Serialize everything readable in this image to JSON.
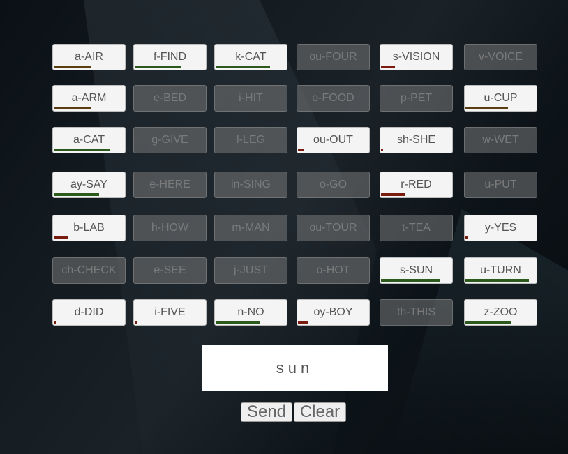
{
  "colors": {
    "green": "#2b5a1c",
    "brown": "#5a3d10",
    "red": "#7a1c10"
  },
  "grid": {
    "rows": [
      [
        {
          "label": "a-AIR",
          "active": true,
          "progress": 0.53,
          "color": "brown"
        },
        {
          "label": "f-FIND",
          "active": true,
          "progress": 0.66,
          "color": "green"
        },
        {
          "label": "k-CAT",
          "active": true,
          "progress": 0.77,
          "color": "green"
        },
        {
          "label": "ou-FOUR",
          "active": false
        },
        {
          "label": "s-VISION",
          "active": true,
          "progress": 0.2,
          "color": "red"
        },
        {
          "label": "v-VOICE",
          "active": false
        }
      ],
      [
        {
          "label": "a-ARM",
          "active": true,
          "progress": 0.52,
          "color": "brown"
        },
        {
          "label": "e-BED",
          "active": false
        },
        {
          "label": "i-HIT",
          "active": false
        },
        {
          "label": "o-FOOD",
          "active": false
        },
        {
          "label": "p-PET",
          "active": false
        },
        {
          "label": "u-CUP",
          "active": true,
          "progress": 0.6,
          "color": "brown"
        }
      ],
      [
        {
          "label": "a-CAT",
          "active": true,
          "progress": 0.79,
          "color": "green"
        },
        {
          "label": "g-GIVE",
          "active": false
        },
        {
          "label": "l-LEG",
          "active": false
        },
        {
          "label": "ou-OUT",
          "active": true,
          "progress": 0.08,
          "color": "red"
        },
        {
          "label": "sh-SHE",
          "active": true,
          "progress": 0.03,
          "color": "red"
        },
        {
          "label": "w-WET",
          "active": false
        }
      ],
      [
        {
          "label": "ay-SAY",
          "active": true,
          "progress": 0.64,
          "color": "green"
        },
        {
          "label": "e-HERE",
          "active": false
        },
        {
          "label": "in-SING",
          "active": false
        },
        {
          "label": "o-GO",
          "active": false
        },
        {
          "label": "r-RED",
          "active": true,
          "progress": 0.35,
          "color": "red"
        },
        {
          "label": "u-PUT",
          "active": false
        }
      ],
      [
        {
          "label": "b-LAB",
          "active": true,
          "progress": 0.2,
          "color": "red"
        },
        {
          "label": "h-HOW",
          "active": false
        },
        {
          "label": "m-MAN",
          "active": false
        },
        {
          "label": "ou-TOUR",
          "active": false
        },
        {
          "label": "t-TEA",
          "active": false
        },
        {
          "label": "y-YES",
          "active": true,
          "progress": 0.03,
          "color": "red"
        }
      ],
      [
        {
          "label": "ch-CHECK",
          "active": false
        },
        {
          "label": "e-SEE",
          "active": false
        },
        {
          "label": "j-JUST",
          "active": false
        },
        {
          "label": "o-HOT",
          "active": false
        },
        {
          "label": "s-SUN",
          "active": true,
          "progress": 0.84,
          "color": "green"
        },
        {
          "label": "u-TURN",
          "active": true,
          "progress": 0.9,
          "color": "green"
        }
      ],
      [
        {
          "label": "d-DID",
          "active": true,
          "progress": 0.03,
          "color": "red"
        },
        {
          "label": "i-FIVE",
          "active": true,
          "progress": 0.03,
          "color": "red"
        },
        {
          "label": "n-NO",
          "active": true,
          "progress": 0.63,
          "color": "green"
        },
        {
          "label": "oy-BOY",
          "active": true,
          "progress": 0.15,
          "color": "red"
        },
        {
          "label": "th-THIS",
          "active": false
        },
        {
          "label": "z-ZOO",
          "active": true,
          "progress": 0.65,
          "color": "green"
        }
      ]
    ]
  },
  "word": {
    "value": "sun"
  },
  "buttons": {
    "send_label": "Send",
    "clear_label": "Clear"
  }
}
